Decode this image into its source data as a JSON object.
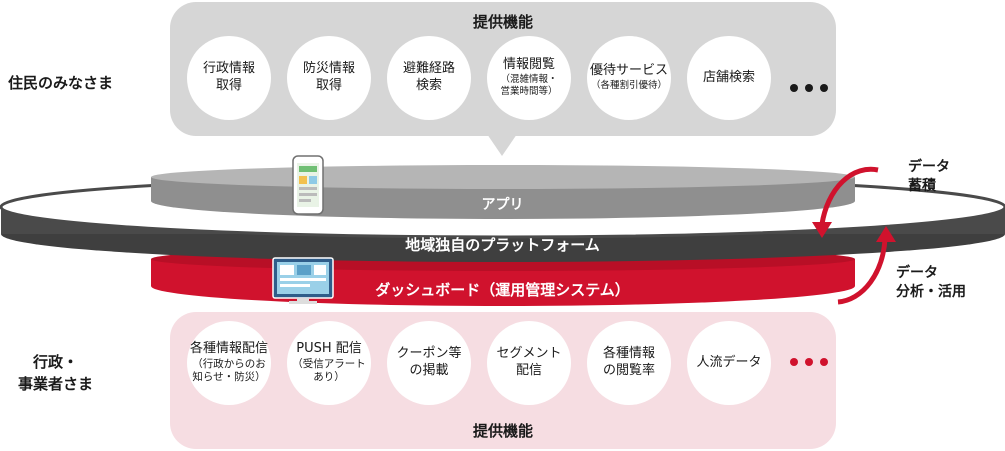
{
  "residents_label": "住民のみなさま",
  "admin_label": "行政・\n事業者さま",
  "top_panel": {
    "title": "提供機能",
    "items": [
      {
        "main": "行政情報\n取得",
        "sub": ""
      },
      {
        "main": "防災情報\n取得",
        "sub": ""
      },
      {
        "main": "避難経路\n検索",
        "sub": ""
      },
      {
        "main": "情報閲覧",
        "sub": "（混雑情報・\n営業時間等）"
      },
      {
        "main": "優待サービス",
        "sub": "（各種割引優待）"
      },
      {
        "main": "店舗検索",
        "sub": ""
      }
    ]
  },
  "bottom_panel": {
    "title": "提供機能",
    "items": [
      {
        "main": "各種情報配信",
        "sub": "（行政からのお\n知らせ・防災）"
      },
      {
        "main": "PUSH 配信",
        "sub": "（受信アラート\nあり）"
      },
      {
        "main": "クーポン等\nの掲載",
        "sub": ""
      },
      {
        "main": "セグメント\n配信",
        "sub": ""
      },
      {
        "main": "各種情報\nの閲覧率",
        "sub": ""
      },
      {
        "main": "人流データ",
        "sub": ""
      }
    ]
  },
  "layers": {
    "app": "アプリ",
    "platform": "地域独自のプラットフォーム",
    "dashboard": "ダッシュボード（運用管理システム）"
  },
  "data_accumulation": "データ\n蓄積",
  "data_analysis": "データ\n分析・活用",
  "colors": {
    "accent_red": "#d0122d",
    "dark_gray": "#4a4a4a",
    "mid_gray": "#8f8f8f",
    "panel_gray": "#d6d6d6",
    "panel_pink": "#f6dde2"
  }
}
